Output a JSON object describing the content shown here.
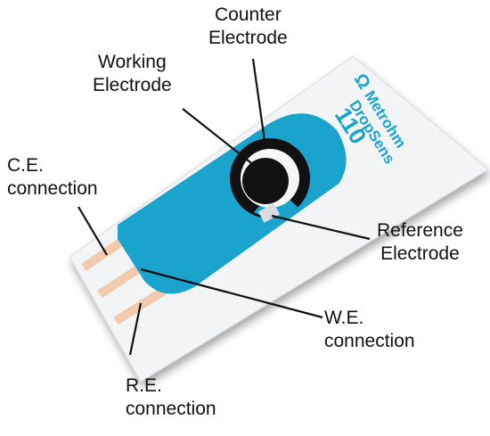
{
  "diagram": {
    "labels": {
      "counter_electrode": [
        "Counter",
        "Electrode"
      ],
      "working_electrode": [
        "Working",
        "Electrode"
      ],
      "ce_connection": [
        "C.E.",
        "connection"
      ],
      "reference_electrode": [
        "Reference",
        "Electrode"
      ],
      "we_connection": [
        "W.E.",
        "connection"
      ],
      "re_connection": [
        "R.E.",
        "connection"
      ]
    },
    "strip": {
      "brand_line1": "Metrohm",
      "brand_line2": "DropSens",
      "model": "110",
      "brand_symbol": "Ω"
    },
    "colors": {
      "strip_body": "#f2f4f6",
      "insulation_blue": "#1aa3cc",
      "brand_text": "#1aa3cc",
      "contact_pads": "#f2c4a2",
      "electrode_dark": "#111111",
      "leader_lines": "#111111"
    }
  }
}
